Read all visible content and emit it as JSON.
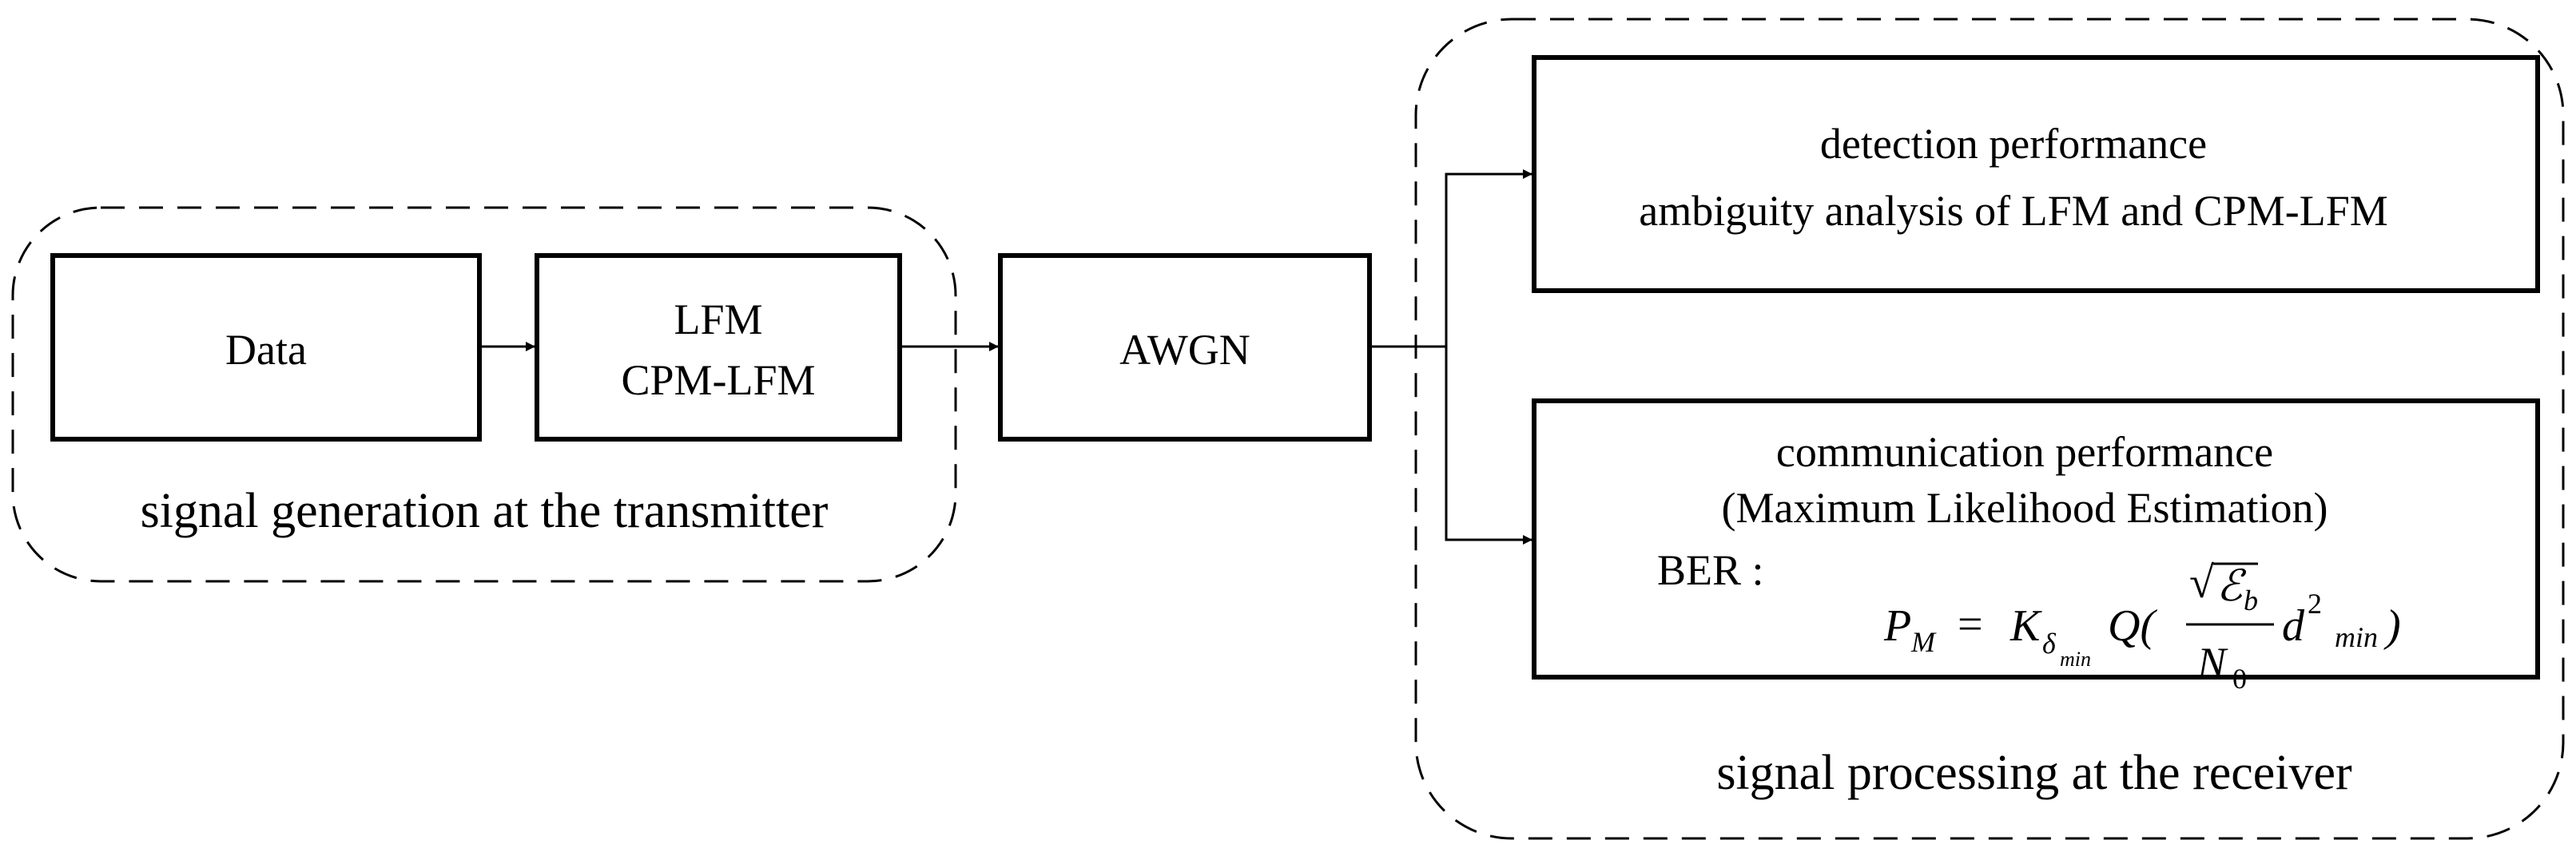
{
  "groups": {
    "transmitter": "signal generation at the transmitter",
    "receiver": "signal processing at the receiver"
  },
  "blocks": {
    "data": "Data",
    "modulation": [
      "LFM",
      "CPM-LFM"
    ],
    "channel": "AWGN",
    "detection": [
      "detection performance",
      "ambiguity analysis of LFM and CPM-LFM"
    ],
    "communication": [
      "communication performance",
      "(Maximum Likelihood Estimation)"
    ],
    "ber_label": "BER :"
  },
  "formula": {
    "P": "P",
    "P_sub": "M",
    "eq": "=",
    "K": "K",
    "K_sub": "δ",
    "K_subsub": "min",
    "Q": "Q(",
    "sqrt": "√",
    "num": "ℰ",
    "num_sub": "b",
    "den": "N",
    "den_sub": "0",
    "d": "d",
    "d_sup": "2",
    "d_sub": "min",
    "close": ")"
  }
}
